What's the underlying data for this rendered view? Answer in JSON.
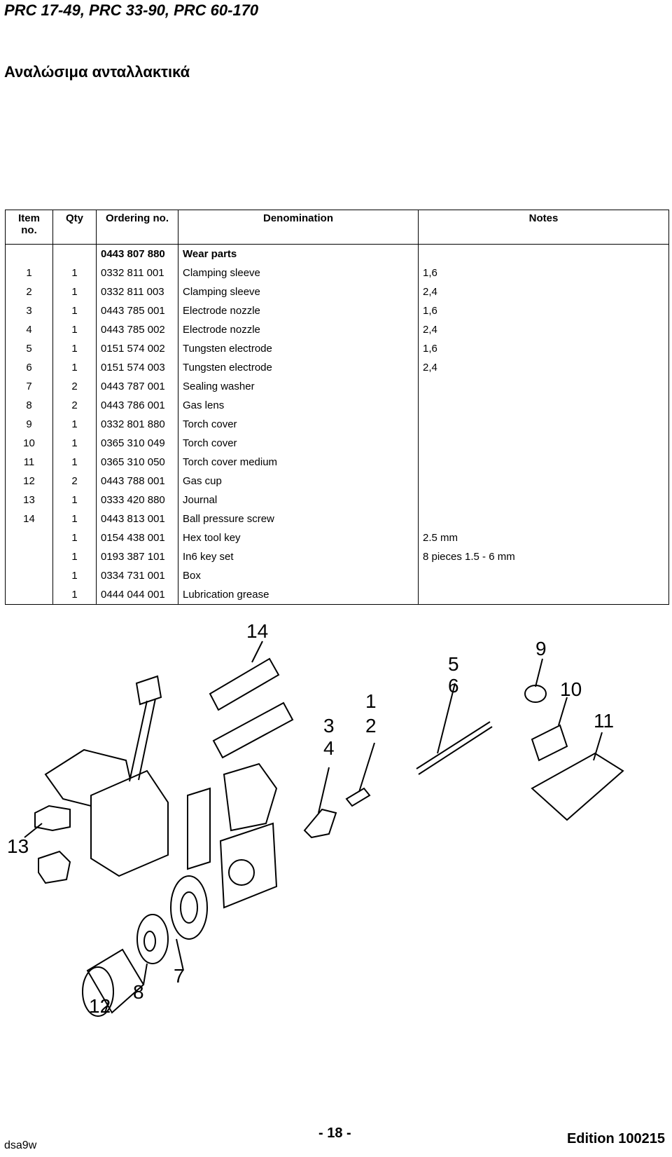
{
  "header": {
    "doc_title": "PRC 17-49, PRC 33-90, PRC 60-170",
    "section_title": "Αναλώσιμα ανταλλακτικά"
  },
  "table": {
    "headers": {
      "item": "Item no.",
      "qty": "Qty",
      "ordering": "Ordering no.",
      "denomination": "Denomination",
      "notes": "Notes"
    },
    "rows": [
      {
        "item": "",
        "qty": "",
        "ordering": "0443 807 880",
        "denomination": "Wear parts",
        "notes": ""
      },
      {
        "item": "1",
        "qty": "1",
        "ordering": "0332 811 001",
        "denomination": "Clamping sleeve",
        "notes": "1,6"
      },
      {
        "item": "2",
        "qty": "1",
        "ordering": "0332 811 003",
        "denomination": "Clamping sleeve",
        "notes": "2,4"
      },
      {
        "item": "3",
        "qty": "1",
        "ordering": "0443 785 001",
        "denomination": "Electrode nozzle",
        "notes": "1,6"
      },
      {
        "item": "4",
        "qty": "1",
        "ordering": "0443 785 002",
        "denomination": "Electrode nozzle",
        "notes": "2,4"
      },
      {
        "item": "5",
        "qty": "1",
        "ordering": "0151 574 002",
        "denomination": "Tungsten electrode",
        "notes": "1,6"
      },
      {
        "item": "6",
        "qty": "1",
        "ordering": "0151 574 003",
        "denomination": "Tungsten electrode",
        "notes": "2,4"
      },
      {
        "item": "7",
        "qty": "2",
        "ordering": "0443 787 001",
        "denomination": "Sealing washer",
        "notes": ""
      },
      {
        "item": "8",
        "qty": "2",
        "ordering": "0443 786 001",
        "denomination": "Gas lens",
        "notes": ""
      },
      {
        "item": "9",
        "qty": "1",
        "ordering": "0332 801 880",
        "denomination": "Torch cover",
        "notes": ""
      },
      {
        "item": "10",
        "qty": "1",
        "ordering": "0365 310 049",
        "denomination": "Torch cover",
        "notes": ""
      },
      {
        "item": "11",
        "qty": "1",
        "ordering": "0365 310 050",
        "denomination": "Torch cover medium",
        "notes": ""
      },
      {
        "item": "12",
        "qty": "2",
        "ordering": "0443 788 001",
        "denomination": "Gas cup",
        "notes": ""
      },
      {
        "item": "13",
        "qty": "1",
        "ordering": "0333 420 880",
        "denomination": "Journal",
        "notes": ""
      },
      {
        "item": "14",
        "qty": "1",
        "ordering": "0443 813 001",
        "denomination": "Ball pressure screw",
        "notes": ""
      },
      {
        "item": "",
        "qty": "1",
        "ordering": "0154 438 001",
        "denomination": "Hex tool key",
        "notes": "2.5 mm"
      },
      {
        "item": "",
        "qty": "1",
        "ordering": "0193 387 101",
        "denomination": "In6 key set",
        "notes": "8 pieces 1.5 - 6 mm"
      },
      {
        "item": "",
        "qty": "1",
        "ordering": "0334 731 001",
        "denomination": "Box",
        "notes": ""
      },
      {
        "item": "",
        "qty": "1",
        "ordering": "0444 044 001",
        "denomination": "Lubrication grease",
        "notes": ""
      }
    ]
  },
  "drawing": {
    "callouts": [
      "14",
      "9",
      "5",
      "6",
      "10",
      "1",
      "11",
      "3",
      "2",
      "4",
      "13",
      "7",
      "8",
      "12"
    ]
  },
  "footer": {
    "code": "dsa9w",
    "page": "- 18 -",
    "edition": "Edition 100215"
  }
}
